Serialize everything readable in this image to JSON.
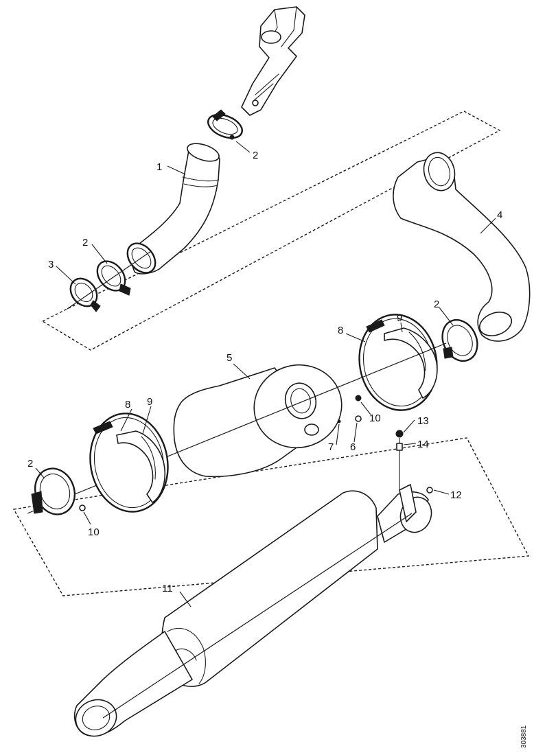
{
  "callouts": {
    "c1": "1",
    "c2": "2",
    "c3": "3",
    "c4": "4",
    "c5": "5",
    "c6": "6",
    "c7": "7",
    "c8": "8",
    "c9": "9",
    "c10": "10",
    "c11": "11",
    "c12": "12",
    "c13": "13",
    "c14": "14"
  },
  "reference_code": "303881"
}
